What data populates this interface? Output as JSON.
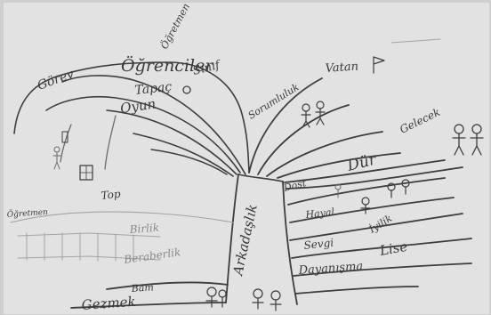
{
  "words": {
    "ogretmen": "Öğretmen",
    "ogrenciler": "Öğrenciler",
    "sinif": "Sınıf",
    "gorev": "Görev",
    "tapac": "Tapaç",
    "oyun": "Oyun",
    "sorumluluk": "Sorumluluk",
    "vatan": "Vatan",
    "gelecek": "Gelecek",
    "dur": "Dür",
    "hayal": "Hayal",
    "sevgi": "Sevgi",
    "iyilik": "İyilik",
    "lise": "Lise",
    "dayanisma": "Dayanışma",
    "dost": "Dost",
    "top": "Top",
    "beraberlik": "Beraberlik",
    "birlik": "Birlik",
    "gezmek": "Gezmek",
    "bam": "Bam",
    "arkadaslik": "Arkadaşlık",
    "ogretmen_left": "Öğretmen"
  }
}
